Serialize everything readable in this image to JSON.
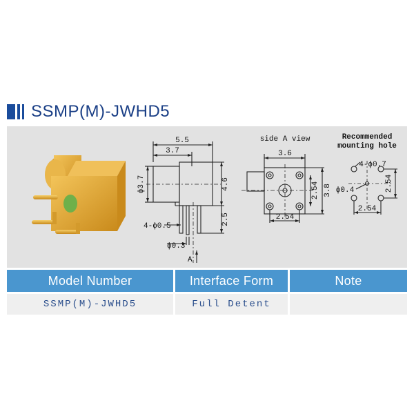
{
  "header": {
    "title": "SSMP(M)-JWHD5"
  },
  "drawing": {
    "side_view": {
      "dim_width_total": "5.5",
      "dim_width_body": "3.7",
      "dim_dia_body": "ϕ3.7",
      "dim_height": "4.6",
      "dim_pin_length": "2.5",
      "pin_label": "4-ϕ0.5",
      "pin_dia": "ϕ0.3",
      "view_marker": "A"
    },
    "side_a_view": {
      "caption": "side A view",
      "dim_width": "3.6",
      "dim_height": "3.8",
      "dim_pitch_v": "2.54",
      "dim_pitch_h": "2.54"
    },
    "mounting_hole": {
      "caption_line1": "Recommended",
      "caption_line2": "mounting hole",
      "hole_label": "4-ϕ0.7",
      "center_label": "ϕ0.4",
      "dim_pitch_v": "2.54",
      "dim_pitch_h": "2.54"
    }
  },
  "table": {
    "headers": [
      "Model Number",
      "Interface Form",
      "Note"
    ],
    "rows": [
      [
        "SSMP(M)-JWHD5",
        "Full Detent",
        ""
      ]
    ]
  }
}
